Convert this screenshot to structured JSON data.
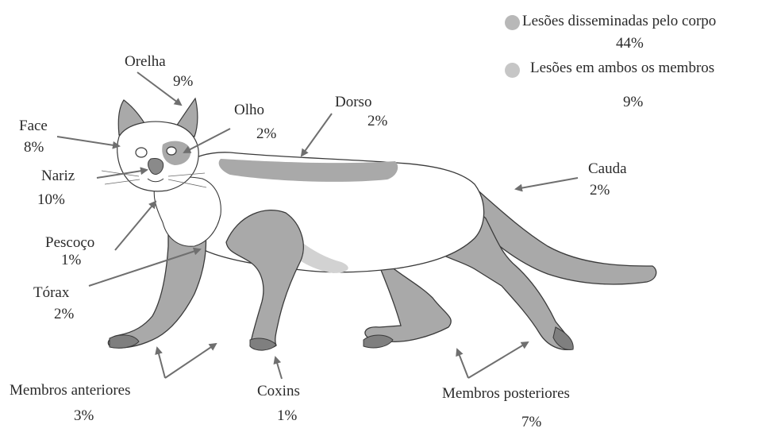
{
  "colors": {
    "lesion_gray": "#a9a9a9",
    "legend_disseminated": "#b8b8b8",
    "legend_both_limbs": "#c6c6c6",
    "cat_body": "#ffffff",
    "outline": "#3a3a3a",
    "arrow": "#6f6f6f"
  },
  "legend": {
    "disseminated": {
      "label": "Lesões disseminadas pelo corpo",
      "value": "44%"
    },
    "both_limbs": {
      "label": "Lesões em ambos os membros",
      "value": "9%"
    }
  },
  "regions": {
    "orelha": {
      "name": "Orelha",
      "value": "9%"
    },
    "olho": {
      "name": "Olho",
      "value": "2%"
    },
    "dorso": {
      "name": "Dorso",
      "value": "2%"
    },
    "face": {
      "name": "Face",
      "value": "8%"
    },
    "nariz": {
      "name": "Nariz",
      "value": "10%"
    },
    "cauda": {
      "name": "Cauda",
      "value": "2%"
    },
    "pescoco": {
      "name": "Pescoço",
      "value": "1%"
    },
    "torax": {
      "name": "Tórax",
      "value": "2%"
    },
    "membros_anteriores": {
      "name": "Membros anteriores",
      "value": "3%"
    },
    "coxins": {
      "name": "Coxins",
      "value": "1%"
    },
    "membros_posteriores": {
      "name": "Membros posteriores",
      "value": "7%"
    }
  }
}
